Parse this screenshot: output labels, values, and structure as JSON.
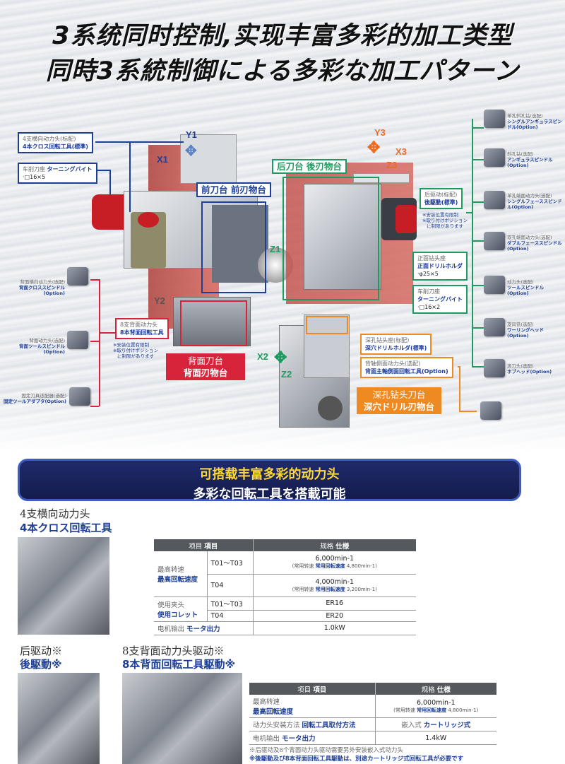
{
  "titles": {
    "line1": "3系统同时控制,实现丰富多彩的加工类型",
    "line2": "同時3系統制御による多彩な加工パターン"
  },
  "colors": {
    "blue": "#1e3f96",
    "green": "#1f9a5e",
    "red": "#d7243a",
    "orange": "#ef8a22",
    "banner": "#1f2a6b"
  },
  "diagram": {
    "axes": {
      "x1": "X1",
      "y1": "Y1",
      "y2": "Y2",
      "z1": "Z1",
      "x2": "X2",
      "z2": "Z2",
      "y3": "Y3",
      "x3": "X3",
      "z3": "Z3"
    },
    "cross_tool": {
      "cn": "4支横向动力头(标配)",
      "jp": "4本クロス回転工具(標準)"
    },
    "turning_front": {
      "cn": "车削刀座",
      "jp": "ターニングバイト",
      "spec": "·□16×5"
    },
    "front_post": {
      "label": "前刀台 前刃物台"
    },
    "rear_post": {
      "label": "后刀台 後刃物台"
    },
    "rear_drive": {
      "cn": "后驱动(标配)",
      "jp": "後駆動(標準)",
      "notes": [
        "※安装位置有限制",
        "※取り付けポジション",
        "に制限があります"
      ]
    },
    "face_drill": {
      "cn": "正面钻头座",
      "jp": "正面ドリルホルダ",
      "spec": "·φ25×5"
    },
    "turning_rear": {
      "cn": "车削刀座",
      "jp": "ターニングバイト",
      "spec": "·□16×2"
    },
    "back_tools": {
      "cn": "8支背面动力头",
      "jp": "8本背面回転工具",
      "notes": [
        "※安装位置有限制",
        "※取り付けポジション",
        "に制限があります"
      ]
    },
    "back_post": {
      "cn": "背面刀台",
      "jp": "背面刃物台"
    },
    "deep_drill": {
      "cn": "深孔钻头座(标配)",
      "jp": "深穴ドリルホルダ(標準)"
    },
    "side_tool": {
      "cn": "背轴侧面动力头(选配)",
      "jp": "背面主軸側面回転工具(Option)"
    },
    "deep_post": {
      "cn": "深孔钻头刀台",
      "jp": "深穴ドリル刃物台"
    },
    "right_options": [
      {
        "cn": "单孔斜孔钻(选配)",
        "jp": "シングルアンギュラスピンドル(Option)"
      },
      {
        "cn": "斜孔钻(选配)",
        "jp": "アンギュラスピンドル(Option)"
      },
      {
        "cn": "单孔端面动力头(选配)",
        "jp": "シングルフェーススピンドル(Option)"
      },
      {
        "cn": "双孔端面动力头(选配)",
        "jp": "ダブルフェーススピンドル(Option)"
      },
      {
        "cn": "动力头(选配)",
        "jp": "ツールスピンドル(Option)"
      },
      {
        "cn": "旋风铣(选配)",
        "jp": "ワーリングヘッド(Option)"
      },
      {
        "cn": "滚刀头(选配)",
        "jp": "ホブヘッド(Option)"
      }
    ],
    "left_options": [
      {
        "cn": "背面横向动力头(选配)",
        "jp": "背面クロススピンドル(Option)"
      },
      {
        "cn": "背面动力头(选配)",
        "jp": "背面ツールスピンドル(Option)"
      },
      {
        "cn": "固定刀具适配器(选配)",
        "jp": "固定ツールアダプタ(Option)"
      }
    ]
  },
  "banner": {
    "line1": "可搭载丰富多彩的动力头",
    "line2": "多彩な回転工具を搭載可能"
  },
  "section1": {
    "cn": "4支横向动力头",
    "jp": "4本クロス回転工具",
    "table": {
      "head_cn": "项目",
      "head_jp": "項目",
      "spec_cn": "规格",
      "spec_jp": "仕様",
      "speed_cn": "最高转速",
      "speed_jp": "最高回転速度",
      "rows": [
        {
          "tool": "T01～T03",
          "value": "6,000min-1",
          "common_cn": "(常用转速",
          "common_jp": "常用回転速度",
          "common_val": "4,800min-1)"
        },
        {
          "tool": "T04",
          "value": "4,000min-1",
          "common_cn": "(常用转速",
          "common_jp": "常用回転速度",
          "common_val": "3,200min-1)"
        }
      ],
      "collet_cn": "使用夹头",
      "collet_jp": "使用コレット",
      "collets": [
        {
          "tool": "T01～T03",
          "value": "ER16"
        },
        {
          "tool": "T04",
          "value": "ER20"
        }
      ],
      "motor_cn": "电机输出",
      "motor_jp": "モータ出力",
      "motor_value": "1.0kW"
    }
  },
  "section2": {
    "cn": "后驱动※",
    "jp": "後駆動※"
  },
  "section3": {
    "cn": "8支背面动力头驱动※",
    "jp": "8本背面回転工具駆動※",
    "table": {
      "head_cn": "项目",
      "head_jp": "項目",
      "spec_cn": "规格",
      "spec_jp": "仕様",
      "speed_cn": "最高转速",
      "speed_jp": "最高回転速度",
      "speed_value": "6,000min-1",
      "common_cn": "(常用转速",
      "common_jp": "常用回転速度",
      "common_val": "4,800min-1)",
      "mount_cn": "动力头安装方法",
      "mount_jp": "回転工具取付方法",
      "mount_val_cn": "嵌入式",
      "mount_val_jp": "カートリッジ式",
      "motor_cn": "电机输出",
      "motor_jp": "モータ出力",
      "motor_value": "1.4kW"
    }
  },
  "footnotes": {
    "cn": "※后驱动及8个背面动力头驱动需要另外安装嵌入式动力头",
    "jp": "※後駆動及び8本背面回転工具駆動は、別途カートリッジ式回転工具が必要です"
  }
}
